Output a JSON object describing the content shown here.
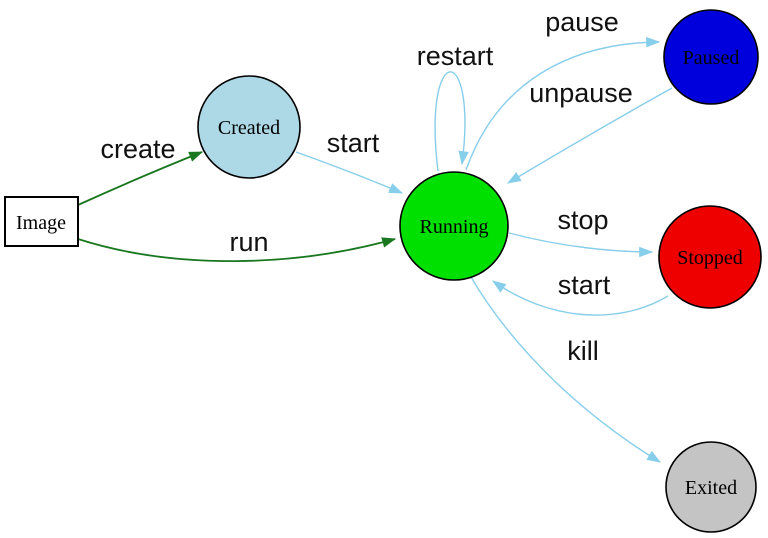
{
  "diagram": {
    "type": "state-diagram",
    "background": "#ffffff",
    "colors": {
      "flow_edge": "#87ceeb",
      "action_edge": "#18771f",
      "node_border": "#000000",
      "image_border": "#2323cc",
      "label_text": "#000000"
    },
    "nodes": {
      "image": {
        "label": "Image",
        "shape": "rectangle",
        "fill": "#ffffff"
      },
      "created": {
        "label": "Created",
        "shape": "circle",
        "fill": "#add8e6"
      },
      "running": {
        "label": "Running",
        "shape": "circle",
        "fill": "#00e000"
      },
      "paused": {
        "label": "Paused",
        "shape": "circle",
        "fill": "#0000dd"
      },
      "stopped": {
        "label": "Stopped",
        "shape": "circle",
        "fill": "#ee0000"
      },
      "exited": {
        "label": "Exited",
        "shape": "circle",
        "fill": "#c4c4c4"
      }
    },
    "edges": {
      "create": {
        "label": "create",
        "from": "Image",
        "to": "Created"
      },
      "run": {
        "label": "run",
        "from": "Image",
        "to": "Running"
      },
      "start_created": {
        "label": "start",
        "from": "Created",
        "to": "Running"
      },
      "restart": {
        "label": "restart",
        "from": "Running",
        "to": "Running"
      },
      "pause": {
        "label": "pause",
        "from": "Running",
        "to": "Paused"
      },
      "unpause": {
        "label": "unpause",
        "from": "Paused",
        "to": "Running"
      },
      "stop": {
        "label": "stop",
        "from": "Running",
        "to": "Stopped"
      },
      "start_stopped": {
        "label": "start",
        "from": "Stopped",
        "to": "Running"
      },
      "kill": {
        "label": "kill",
        "from": "Running",
        "to": "Exited"
      }
    }
  }
}
